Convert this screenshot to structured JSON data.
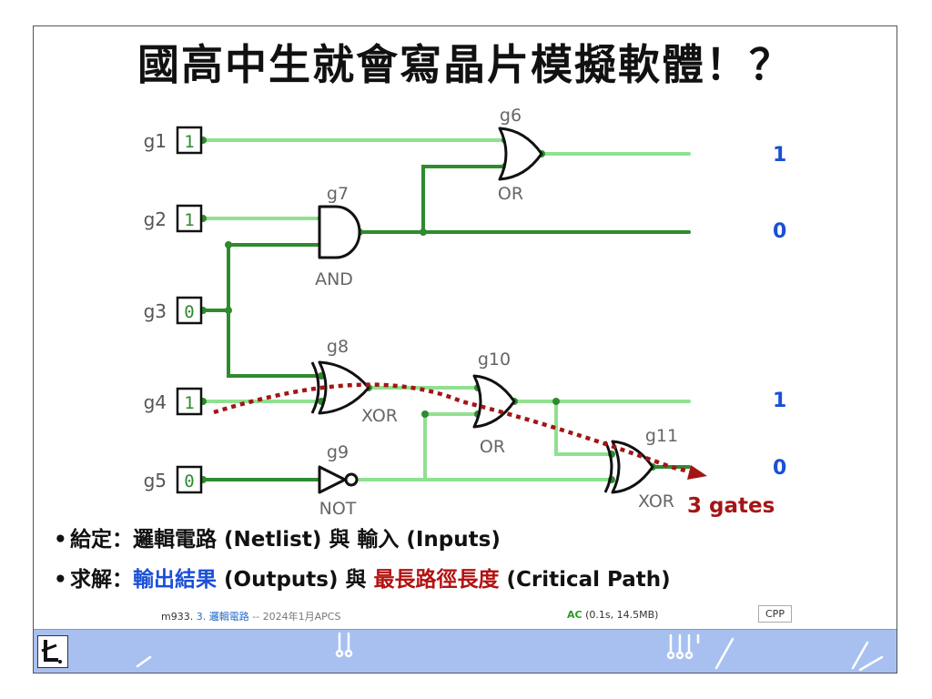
{
  "title": "國高中生就會寫晶片模擬軟體！？",
  "inputs": [
    {
      "name": "g1",
      "value": "1"
    },
    {
      "name": "g2",
      "value": "1"
    },
    {
      "name": "g3",
      "value": "0"
    },
    {
      "name": "g4",
      "value": "1"
    },
    {
      "name": "g5",
      "value": "0"
    }
  ],
  "gates": [
    {
      "name": "g6",
      "type": "OR"
    },
    {
      "name": "g7",
      "type": "AND"
    },
    {
      "name": "g8",
      "type": "XOR"
    },
    {
      "name": "g9",
      "type": "NOT"
    },
    {
      "name": "g10",
      "type": "OR"
    },
    {
      "name": "g11",
      "type": "XOR"
    }
  ],
  "outputs": [
    "1",
    "0",
    "1",
    "0"
  ],
  "critical_path_label": "3 gates",
  "bullets": [
    {
      "prefix": "給定：",
      "parts": [
        {
          "text": "邏輯電路",
          "style": "plain"
        },
        {
          "text": " (Netlist) 與 輸入 (Inputs)",
          "style": "plain"
        }
      ]
    },
    {
      "prefix": "求解：",
      "parts": [
        {
          "text": "輸出結果",
          "style": "blue"
        },
        {
          "text": " (Outputs) 與 ",
          "style": "plain"
        },
        {
          "text": "最長路徑長度",
          "style": "red"
        },
        {
          "text": " (Critical Path)",
          "style": "plain"
        }
      ]
    }
  ],
  "status": {
    "problem_id": "m933.",
    "problem_link": "3. 邏輯電路",
    "date_note": "-- 2024年1月APCS",
    "verdict": "AC",
    "stats": "(0.1s, 14.5MB)",
    "language": "CPP"
  },
  "colors": {
    "wire_on": "#2e8b2e",
    "wire_off": "#90e090",
    "critical_path": "#a31515",
    "output_text": "#1a4fd6",
    "footer": "#a7c0f0"
  }
}
